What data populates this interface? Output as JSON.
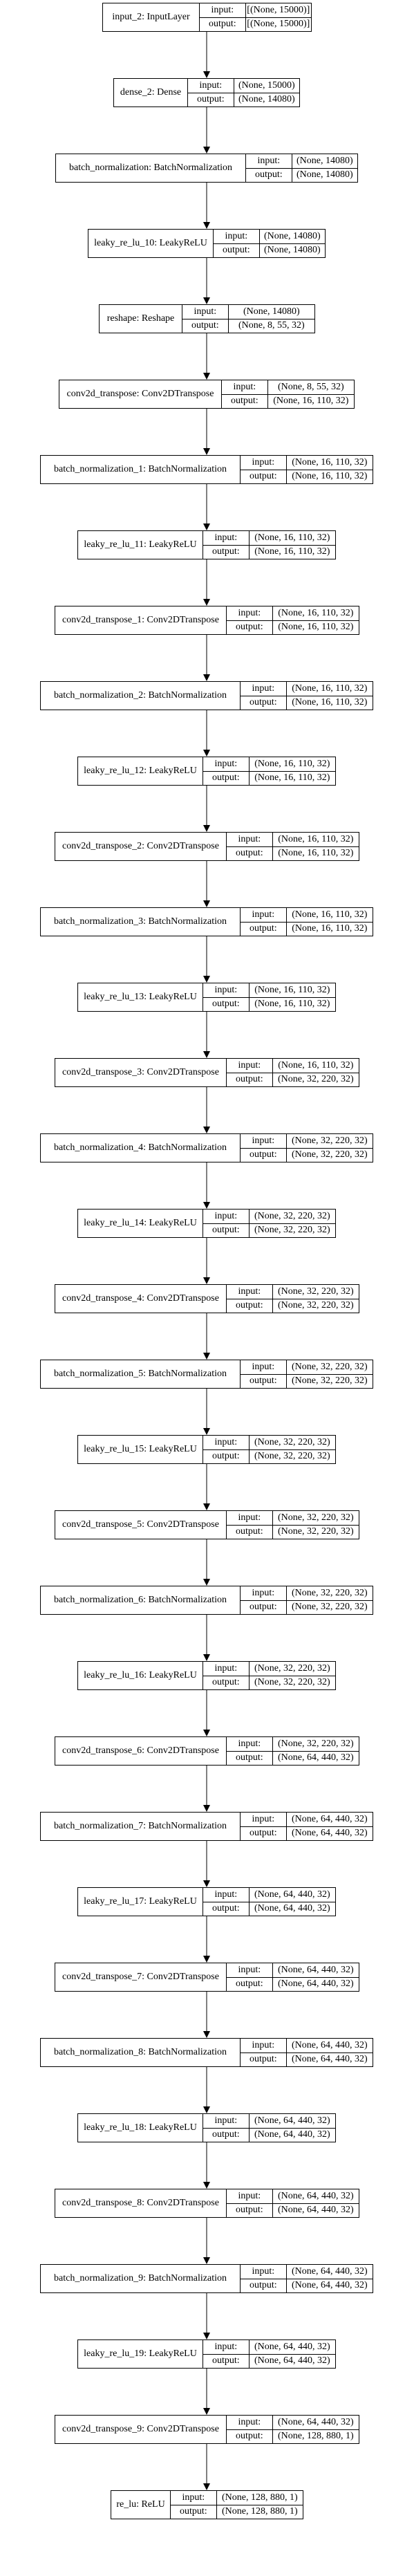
{
  "diagram": {
    "io_labels": {
      "input": "input:",
      "output": "output:"
    },
    "layers": [
      {
        "name": "input_2: InputLayer",
        "input": "[(None, 15000)]",
        "output": "[(None, 15000)]"
      },
      {
        "name": "dense_2: Dense",
        "input": "(None, 15000)",
        "output": "(None, 14080)"
      },
      {
        "name": "batch_normalization: BatchNormalization",
        "input": "(None, 14080)",
        "output": "(None, 14080)"
      },
      {
        "name": "leaky_re_lu_10: LeakyReLU",
        "input": "(None, 14080)",
        "output": "(None, 14080)"
      },
      {
        "name": "reshape: Reshape",
        "input": "(None, 14080)",
        "output": "(None, 8, 55, 32)"
      },
      {
        "name": "conv2d_transpose: Conv2DTranspose",
        "input": "(None, 8, 55, 32)",
        "output": "(None, 16, 110, 32)"
      },
      {
        "name": "batch_normalization_1: BatchNormalization",
        "input": "(None, 16, 110, 32)",
        "output": "(None, 16, 110, 32)"
      },
      {
        "name": "leaky_re_lu_11: LeakyReLU",
        "input": "(None, 16, 110, 32)",
        "output": "(None, 16, 110, 32)"
      },
      {
        "name": "conv2d_transpose_1: Conv2DTranspose",
        "input": "(None, 16, 110, 32)",
        "output": "(None, 16, 110, 32)"
      },
      {
        "name": "batch_normalization_2: BatchNormalization",
        "input": "(None, 16, 110, 32)",
        "output": "(None, 16, 110, 32)"
      },
      {
        "name": "leaky_re_lu_12: LeakyReLU",
        "input": "(None, 16, 110, 32)",
        "output": "(None, 16, 110, 32)"
      },
      {
        "name": "conv2d_transpose_2: Conv2DTranspose",
        "input": "(None, 16, 110, 32)",
        "output": "(None, 16, 110, 32)"
      },
      {
        "name": "batch_normalization_3: BatchNormalization",
        "input": "(None, 16, 110, 32)",
        "output": "(None, 16, 110, 32)"
      },
      {
        "name": "leaky_re_lu_13: LeakyReLU",
        "input": "(None, 16, 110, 32)",
        "output": "(None, 16, 110, 32)"
      },
      {
        "name": "conv2d_transpose_3: Conv2DTranspose",
        "input": "(None, 16, 110, 32)",
        "output": "(None, 32, 220, 32)"
      },
      {
        "name": "batch_normalization_4: BatchNormalization",
        "input": "(None, 32, 220, 32)",
        "output": "(None, 32, 220, 32)"
      },
      {
        "name": "leaky_re_lu_14: LeakyReLU",
        "input": "(None, 32, 220, 32)",
        "output": "(None, 32, 220, 32)"
      },
      {
        "name": "conv2d_transpose_4: Conv2DTranspose",
        "input": "(None, 32, 220, 32)",
        "output": "(None, 32, 220, 32)"
      },
      {
        "name": "batch_normalization_5: BatchNormalization",
        "input": "(None, 32, 220, 32)",
        "output": "(None, 32, 220, 32)"
      },
      {
        "name": "leaky_re_lu_15: LeakyReLU",
        "input": "(None, 32, 220, 32)",
        "output": "(None, 32, 220, 32)"
      },
      {
        "name": "conv2d_transpose_5: Conv2DTranspose",
        "input": "(None, 32, 220, 32)",
        "output": "(None, 32, 220, 32)"
      },
      {
        "name": "batch_normalization_6: BatchNormalization",
        "input": "(None, 32, 220, 32)",
        "output": "(None, 32, 220, 32)"
      },
      {
        "name": "leaky_re_lu_16: LeakyReLU",
        "input": "(None, 32, 220, 32)",
        "output": "(None, 32, 220, 32)"
      },
      {
        "name": "conv2d_transpose_6: Conv2DTranspose",
        "input": "(None, 32, 220, 32)",
        "output": "(None, 64, 440, 32)"
      },
      {
        "name": "batch_normalization_7: BatchNormalization",
        "input": "(None, 64, 440, 32)",
        "output": "(None, 64, 440, 32)"
      },
      {
        "name": "leaky_re_lu_17: LeakyReLU",
        "input": "(None, 64, 440, 32)",
        "output": "(None, 64, 440, 32)"
      },
      {
        "name": "conv2d_transpose_7: Conv2DTranspose",
        "input": "(None, 64, 440, 32)",
        "output": "(None, 64, 440, 32)"
      },
      {
        "name": "batch_normalization_8: BatchNormalization",
        "input": "(None, 64, 440, 32)",
        "output": "(None, 64, 440, 32)"
      },
      {
        "name": "leaky_re_lu_18: LeakyReLU",
        "input": "(None, 64, 440, 32)",
        "output": "(None, 64, 440, 32)"
      },
      {
        "name": "conv2d_transpose_8: Conv2DTranspose",
        "input": "(None, 64, 440, 32)",
        "output": "(None, 64, 440, 32)"
      },
      {
        "name": "batch_normalization_9: BatchNormalization",
        "input": "(None, 64, 440, 32)",
        "output": "(None, 64, 440, 32)"
      },
      {
        "name": "leaky_re_lu_19: LeakyReLU",
        "input": "(None, 64, 440, 32)",
        "output": "(None, 64, 440, 32)"
      },
      {
        "name": "conv2d_transpose_9: Conv2DTranspose",
        "input": "(None, 64, 440, 32)",
        "output": "(None, 128, 880, 1)"
      },
      {
        "name": "re_lu: ReLU",
        "input": "(None, 128, 880, 1)",
        "output": "(None, 128, 880, 1)"
      }
    ]
  }
}
